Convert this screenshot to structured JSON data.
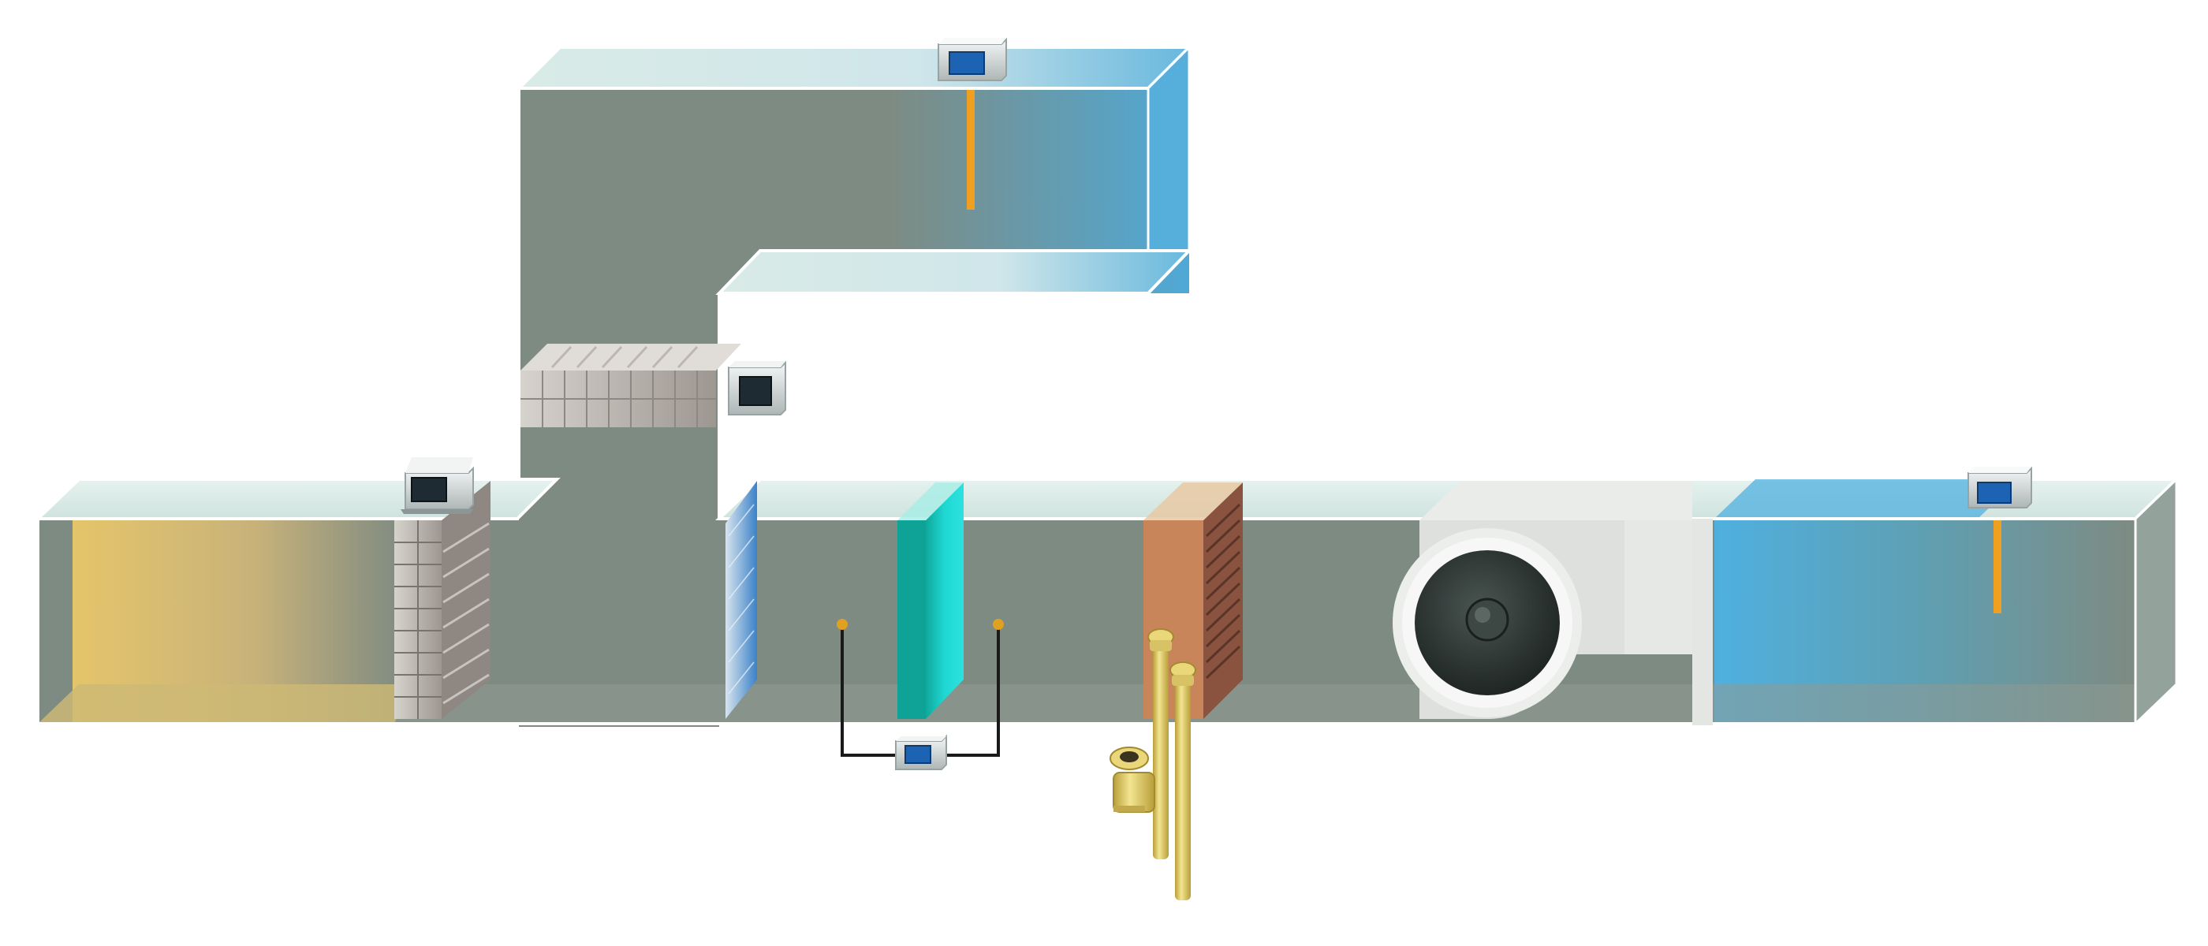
{
  "diagram": {
    "kind": "air-handling-unit-cutaway",
    "colors": {
      "duct_body": "#7e8b82",
      "duct_top": "#d9ebe7",
      "outdoor_air": "#e2c46a",
      "supply_air": "#4fb0df",
      "filter_media": "#0fd6d0",
      "heating_coil": "#c8855a",
      "coil_fins": "#7a4a35",
      "fan_housing": "#e6e8e6",
      "fan_core": "#2c3330",
      "sensor_probe": "#f0a020",
      "sensor_display": "#1d63b4",
      "pipe": "#e3cf6a",
      "damper": "#b2aca6"
    },
    "components": [
      {
        "id": "outdoor-air-inlet",
        "icon": "outdoor-air-gradient"
      },
      {
        "id": "outside-air-damper",
        "icon": "damper-blades-icon"
      },
      {
        "id": "return-air-damper",
        "icon": "damper-blades-icon"
      },
      {
        "id": "return-duct-sensor",
        "icon": "duct-sensor-icon"
      },
      {
        "id": "mixing-box-sensor",
        "icon": "duct-sensor-icon"
      },
      {
        "id": "outdoor-air-sensor",
        "icon": "duct-sensor-icon"
      },
      {
        "id": "pre-filter",
        "icon": "filter-panel-icon"
      },
      {
        "id": "final-filter",
        "icon": "filter-panel-icon"
      },
      {
        "id": "differential-pressure-sensor",
        "icon": "pressure-sensor-icon"
      },
      {
        "id": "heating-coil",
        "icon": "coil-icon"
      },
      {
        "id": "control-valve",
        "icon": "valve-icon"
      },
      {
        "id": "supply-fan",
        "icon": "fan-icon"
      },
      {
        "id": "supply-air-sensor",
        "icon": "duct-sensor-icon"
      }
    ]
  }
}
